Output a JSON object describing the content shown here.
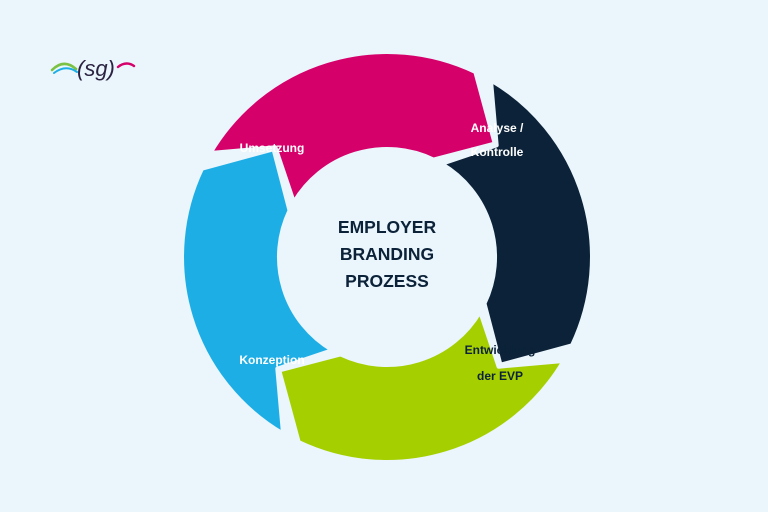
{
  "logo": {
    "text": "(sg)"
  },
  "diagram": {
    "center_lines": [
      "EMPLOYER",
      "BRANDING",
      "PROZESS"
    ],
    "steps": [
      {
        "key": "analyse",
        "lines": [
          "Analyse /",
          "Kontrolle"
        ],
        "fill": "#0b2238",
        "text_color": "#ffffff"
      },
      {
        "key": "entwicklung",
        "lines": [
          "Entwicklung",
          "der EVP"
        ],
        "fill": "#a6cf00",
        "text_color": "#0b2238"
      },
      {
        "key": "konzeption",
        "lines": [
          "Konzeption"
        ],
        "fill": "#1eaee6",
        "text_color": "#ffffff"
      },
      {
        "key": "umsetzung",
        "lines": [
          "Umsetzung"
        ],
        "fill": "#d6006a",
        "text_color": "#ffffff"
      }
    ]
  },
  "colors": {
    "background": "#eaf5fc",
    "center_text": "#0b2238",
    "logo_text": "#2c2342",
    "logo_swoosh_green": "#7bc143",
    "logo_swoosh_blue": "#1eaee6",
    "logo_swoosh_pink": "#d6006a"
  }
}
